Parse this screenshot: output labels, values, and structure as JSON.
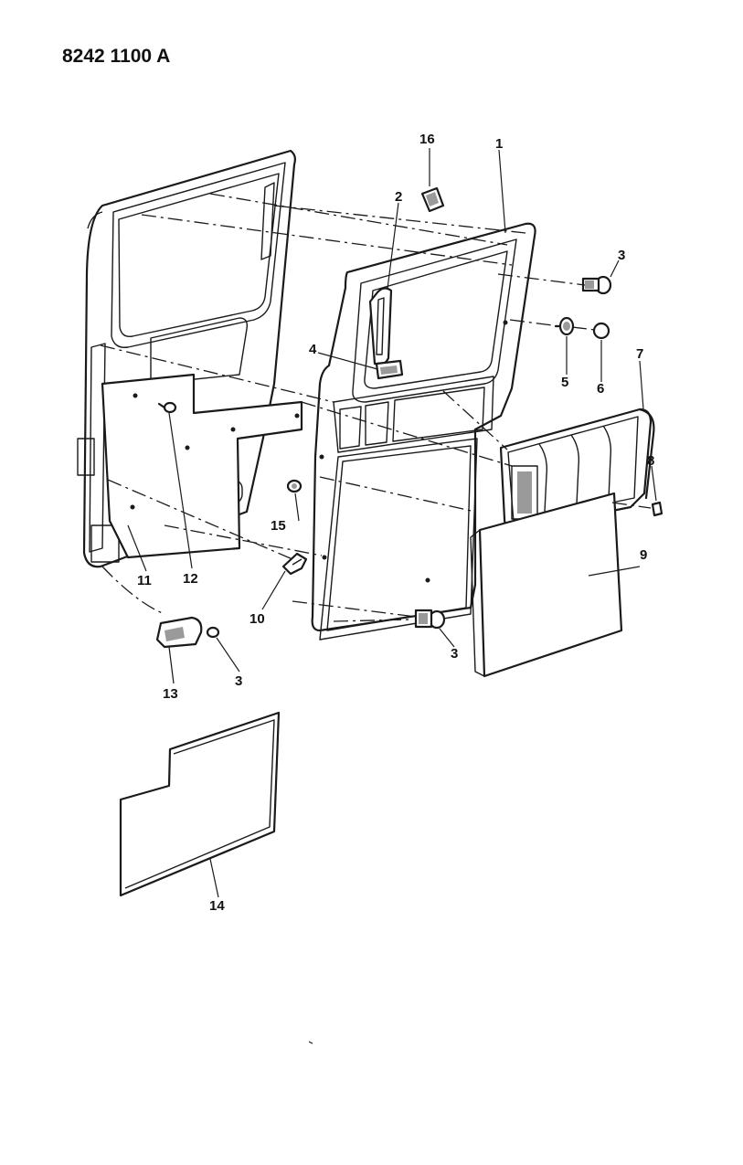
{
  "header": {
    "diagram_code": "8242 1100 A"
  },
  "callouts": [
    {
      "id": "1",
      "text": "1"
    },
    {
      "id": "2",
      "text": "2"
    },
    {
      "id": "3a",
      "text": "3"
    },
    {
      "id": "3b",
      "text": "3"
    },
    {
      "id": "3c",
      "text": "3"
    },
    {
      "id": "4",
      "text": "4"
    },
    {
      "id": "5",
      "text": "5"
    },
    {
      "id": "6",
      "text": "6"
    },
    {
      "id": "7",
      "text": "7"
    },
    {
      "id": "8",
      "text": "8"
    },
    {
      "id": "9",
      "text": "9"
    },
    {
      "id": "10",
      "text": "10"
    },
    {
      "id": "11",
      "text": "11"
    },
    {
      "id": "12",
      "text": "12"
    },
    {
      "id": "13",
      "text": "13"
    },
    {
      "id": "14",
      "text": "14"
    },
    {
      "id": "15",
      "text": "15"
    },
    {
      "id": "16",
      "text": "16"
    }
  ]
}
